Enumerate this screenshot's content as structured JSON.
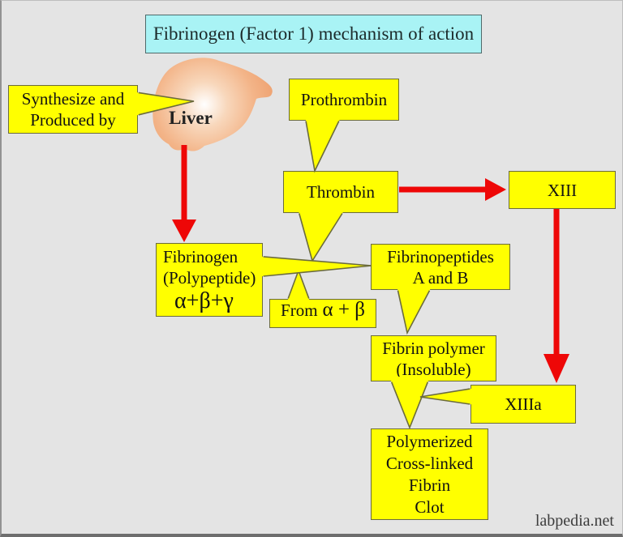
{
  "title": "Fibrinogen (Factor 1) mechanism of action",
  "watermark": "labpedia.net",
  "colors": {
    "background": "#e4e4e4",
    "box_fill": "#ffff00",
    "box_border": "#6b6b3d",
    "title_fill": "#a9f3f5",
    "title_border": "#4f6a6a",
    "arrow": "#ee0707",
    "text": "#121212",
    "watermark": "#3c3c3c",
    "liver_outer": "#efa06b",
    "liver_mid": "#f8cba6",
    "liver_highlight": "#ffffff"
  },
  "nodes": {
    "synthesize": {
      "line1": "Synthesize and",
      "line2": "Produced by"
    },
    "liver": {
      "label": "Liver"
    },
    "prothrombin": {
      "label": "Prothrombin"
    },
    "thrombin": {
      "label": "Thrombin"
    },
    "xiii": {
      "label": "XIII"
    },
    "fibrinogen": {
      "line1": "Fibrinogen",
      "line2": "(Polypeptide)",
      "line3": "α+β+γ"
    },
    "from_ab": {
      "prefix": "From",
      "formula": "α + β"
    },
    "fibrinopeptides": {
      "line1": "Fibrinopeptides",
      "line2": "A and B"
    },
    "fibrin_polymer": {
      "line1": "Fibrin polymer",
      "line2": "(Insoluble)"
    },
    "xiiia": {
      "label": "XIIIa"
    },
    "clot": {
      "line1": "Polymerized",
      "line2": "Cross-linked",
      "line3": "Fibrin",
      "line4": "Clot"
    }
  },
  "arrows": [
    {
      "name": "liver-to-fibrinogen",
      "direction": "down"
    },
    {
      "name": "thrombin-to-xiii",
      "direction": "right"
    },
    {
      "name": "xiii-to-xiiia",
      "direction": "down"
    }
  ]
}
